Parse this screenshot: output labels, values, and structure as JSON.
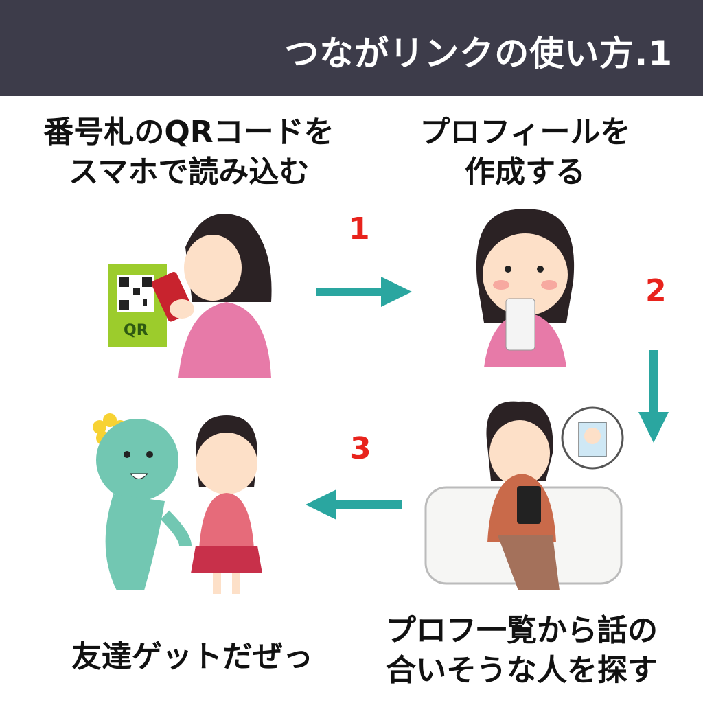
{
  "header": {
    "title": "つながリンクの使い方.1"
  },
  "steps": [
    {
      "caption_line1": "番号札のQRコードを",
      "caption_line2": "スマホで読み込む",
      "qr_label": "QR"
    },
    {
      "caption_line1": "プロフィールを",
      "caption_line2": "作成する"
    },
    {
      "caption_line1": "プロフ一覧から話の",
      "caption_line2": "合いそうな人を探す"
    },
    {
      "caption_line1": "友達ゲットだぜっ"
    }
  ],
  "arrows": [
    {
      "number": "1"
    },
    {
      "number": "2"
    },
    {
      "number": "3"
    }
  ],
  "colors": {
    "header": "#3d3c4a",
    "arrow": "#2aa6a0",
    "number": "#e8231c",
    "qr_card": "#9ccc2c"
  }
}
